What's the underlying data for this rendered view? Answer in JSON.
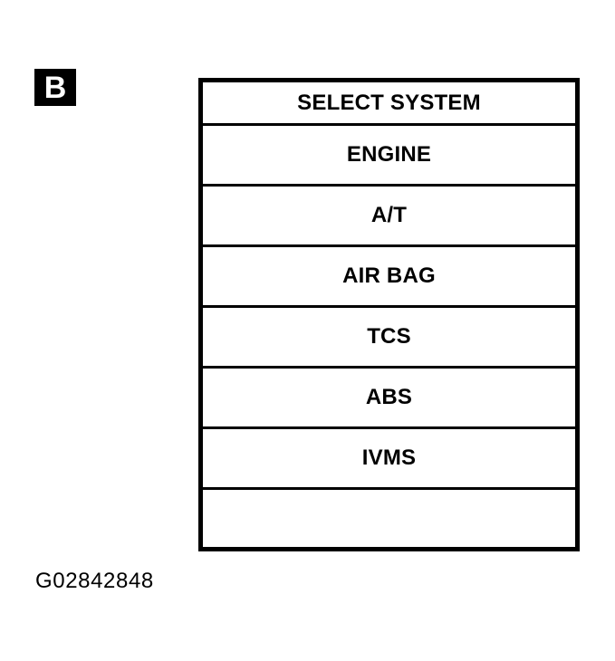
{
  "figure": {
    "badge_label": "B",
    "caption": "G02842848",
    "ink_color": "#000000",
    "background_color": "#ffffff"
  },
  "menu_screen": {
    "header": "SELECT SYSTEM",
    "items": [
      {
        "label": "ENGINE"
      },
      {
        "label": "A/T"
      },
      {
        "label": "AIR BAG"
      },
      {
        "label": "TCS"
      },
      {
        "label": "ABS"
      },
      {
        "label": "IVMS"
      }
    ],
    "blank_row": ""
  }
}
